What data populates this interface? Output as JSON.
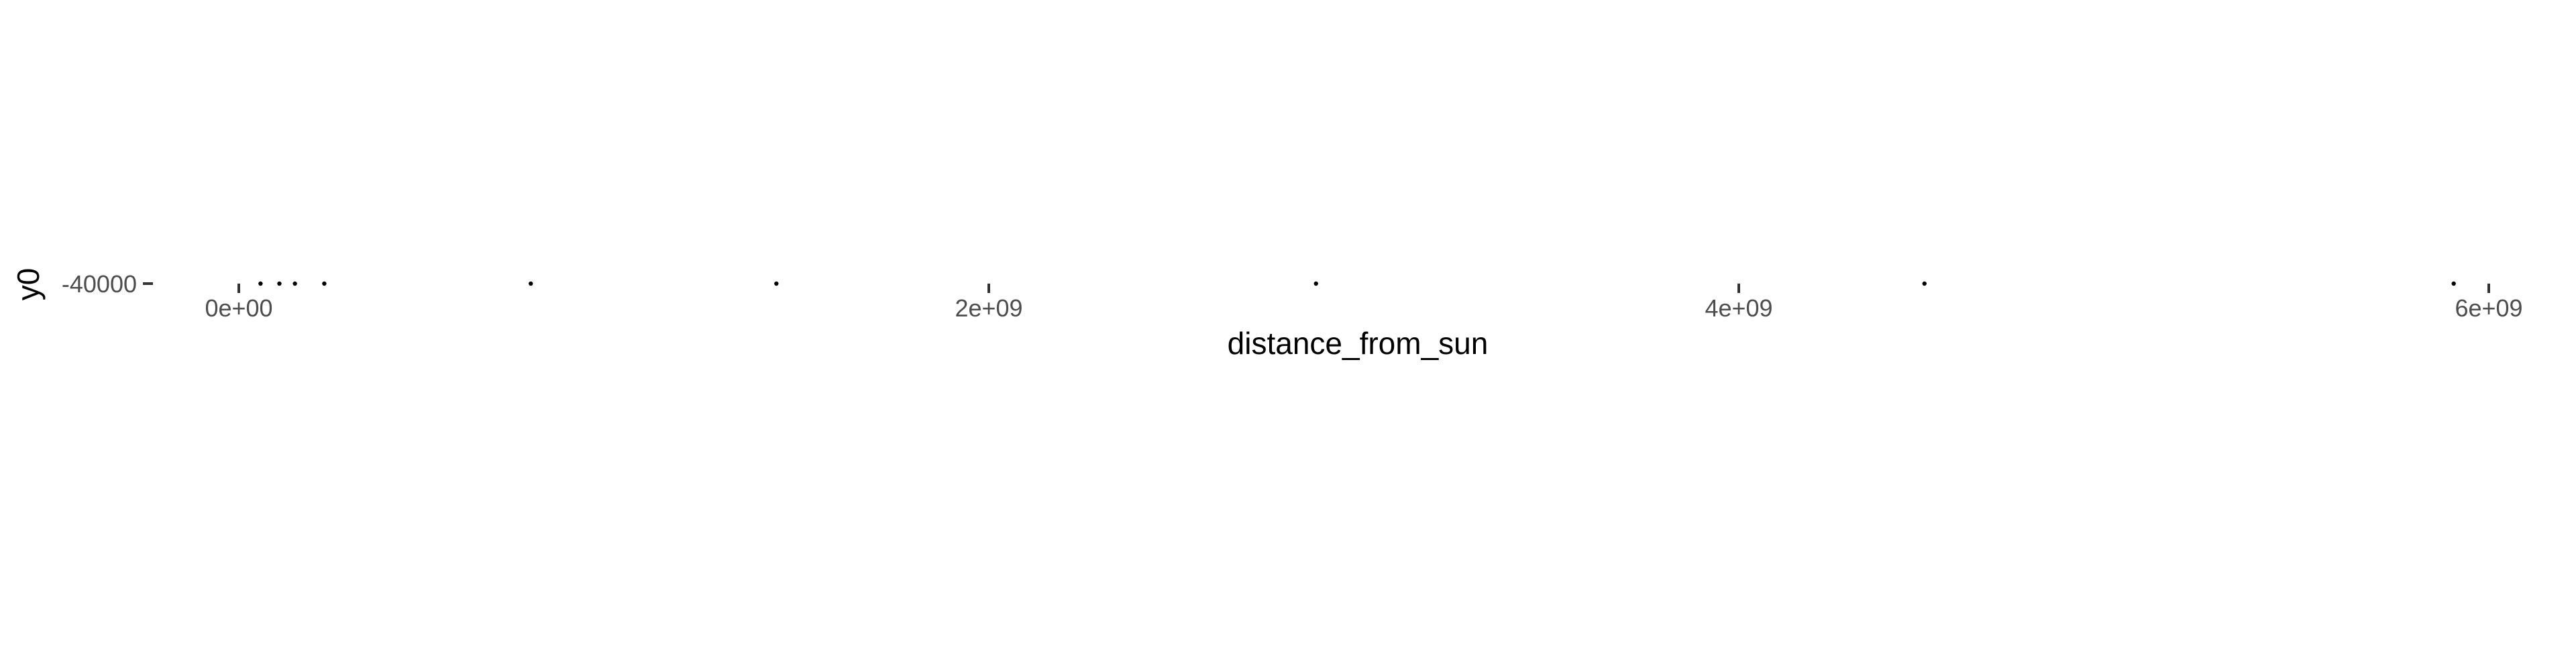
{
  "chart_data": {
    "type": "scatter",
    "title": "",
    "xlabel": "distance_from_sun",
    "ylabel": "y0",
    "xlim": [
      0,
      6000000000
    ],
    "ylim": [
      -40001,
      -39999
    ],
    "x_ticks": [
      {
        "value": 0,
        "label": "0e+00"
      },
      {
        "value": 2000000000,
        "label": "2e+09"
      },
      {
        "value": 4000000000,
        "label": "4e+09"
      },
      {
        "value": 6000000000,
        "label": "6e+09"
      }
    ],
    "y_ticks": [
      {
        "value": -40000,
        "label": "-40000"
      }
    ],
    "grid": false,
    "legend": "none",
    "point_color": "#000000",
    "points": [
      {
        "x": 57900000,
        "y": -40000
      },
      {
        "x": 108200000,
        "y": -40000
      },
      {
        "x": 149600000,
        "y": -40000
      },
      {
        "x": 227900000,
        "y": -40000
      },
      {
        "x": 778600000,
        "y": -40000
      },
      {
        "x": 1433500000,
        "y": -40000
      },
      {
        "x": 2872500000,
        "y": -40000
      },
      {
        "x": 4495100000,
        "y": -40000
      },
      {
        "x": 5906400000,
        "y": -40000
      }
    ]
  }
}
